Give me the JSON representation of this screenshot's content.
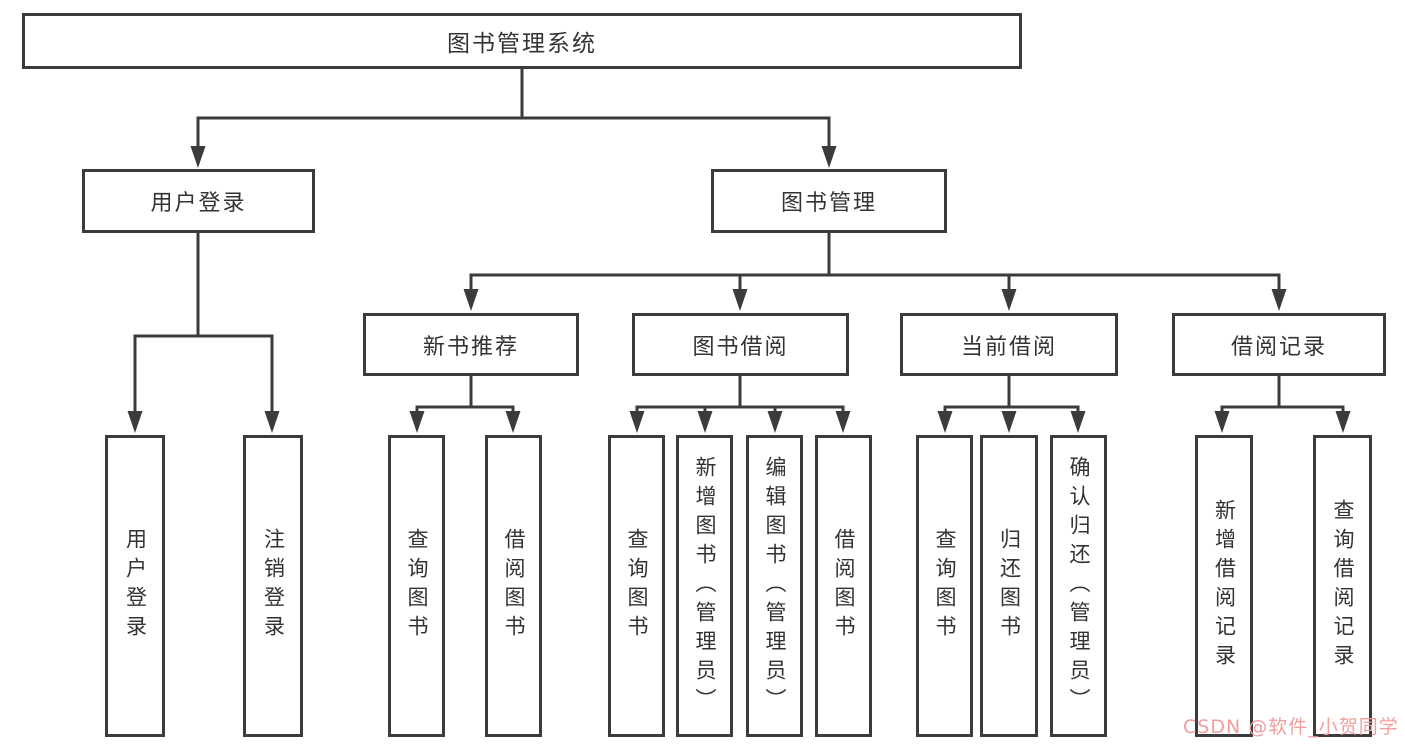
{
  "diagram": {
    "title": "图书管理系统",
    "branches": [
      {
        "label": "用户登录",
        "children": [
          {
            "label": "用户登录"
          },
          {
            "label": "注销登录"
          }
        ]
      },
      {
        "label": "图书管理",
        "children": [
          {
            "label": "新书推荐",
            "children": [
              {
                "label": "查询图书"
              },
              {
                "label": "借阅图书"
              }
            ]
          },
          {
            "label": "图书借阅",
            "children": [
              {
                "label": "查询图书"
              },
              {
                "label": "新增图书（管理员）"
              },
              {
                "label": "编辑图书（管理员）"
              },
              {
                "label": "借阅图书"
              }
            ]
          },
          {
            "label": "当前借阅",
            "children": [
              {
                "label": "查询图书"
              },
              {
                "label": "归还图书"
              },
              {
                "label": "确认归还（管理员）"
              }
            ]
          },
          {
            "label": "借阅记录",
            "children": [
              {
                "label": "新增借阅记录"
              },
              {
                "label": "查询借阅记录"
              }
            ]
          }
        ]
      }
    ]
  },
  "watermark": {
    "text": "CSDN @软件_小贺同学",
    "color": "#f19e9e"
  },
  "colors": {
    "line": "#3b3b3b",
    "text": "#333333",
    "background": "#ffffff"
  }
}
